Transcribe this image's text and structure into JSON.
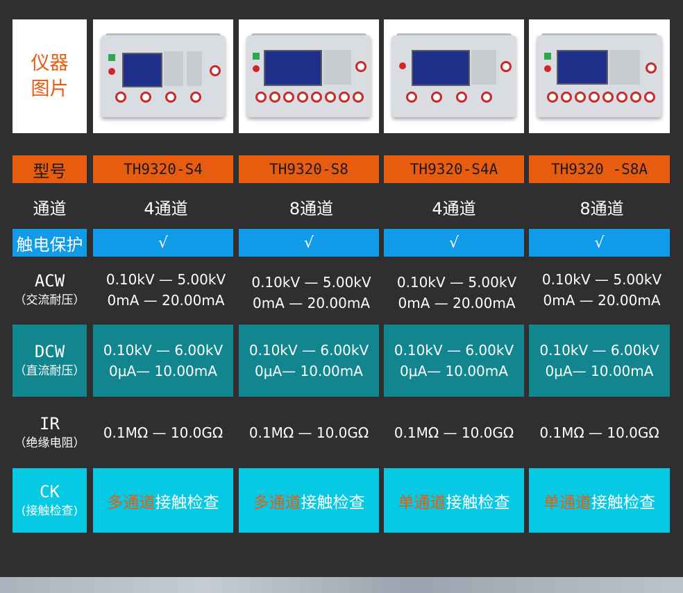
{
  "header": {
    "image_label_line1": "仪器",
    "image_label_line2": "图片"
  },
  "rows": {
    "model_label": "型号",
    "channels_label": "通道",
    "touch_label": "触电保护",
    "acw_label": "ACW",
    "acw_sub": "（交流耐压）",
    "dcw_label": "DCW",
    "dcw_sub": "（直流耐压）",
    "ir_label": "IR",
    "ir_sub": "（绝缘电阻）",
    "ck_label": "CK",
    "ck_sub": "(接触检查)"
  },
  "models": [
    {
      "name": "TH9320-S4",
      "channels": "4通道",
      "touch": "√",
      "acw_v": "0.10kV — 5.00kV",
      "acw_i": "0mA — 20.00mA",
      "dcw_v": "0.10kV — 6.00kV",
      "dcw_i": "0μA— 10.00mA",
      "ir": "0.1MΩ — 10.0GΩ",
      "ck_hl": "多通道",
      "ck_rest": "接触检查"
    },
    {
      "name": "TH9320-S8",
      "channels": "8通道",
      "touch": "√",
      "acw_v": "0.10kV — 5.00kV",
      "acw_i": "0mA — 20.00mA",
      "dcw_v": "0.10kV — 6.00kV",
      "dcw_i": "0μA— 10.00mA",
      "ir": "0.1MΩ — 10.0GΩ",
      "ck_hl": "多通道",
      "ck_rest": "接触检查"
    },
    {
      "name": "TH9320-S4A",
      "channels": "4通道",
      "touch": "√",
      "acw_v": "0.10kV — 5.00kV",
      "acw_i": "0mA — 20.00mA",
      "dcw_v": "0.10kV — 6.00kV",
      "dcw_i": "0μA— 10.00mA",
      "ir": "0.1MΩ — 10.0GΩ",
      "ck_hl": "单通道",
      "ck_rest": "接触检查"
    },
    {
      "name": "TH9320 -S8A",
      "channels": "8通道",
      "touch": "√",
      "acw_v": "0.10kV — 5.00kV",
      "acw_i": "0mA — 20.00mA",
      "dcw_v": "0.10kV — 6.00kV",
      "dcw_i": "0μA— 10.00mA",
      "ir": "0.1MΩ — 10.0GΩ",
      "ck_hl": "单通道",
      "ck_rest": "接触检查"
    }
  ],
  "colors": {
    "background": "#2f2f31",
    "orange": "#e85c0f",
    "blue": "#0f9be8",
    "teal": "#11868f",
    "cyan": "#06c9e3"
  }
}
